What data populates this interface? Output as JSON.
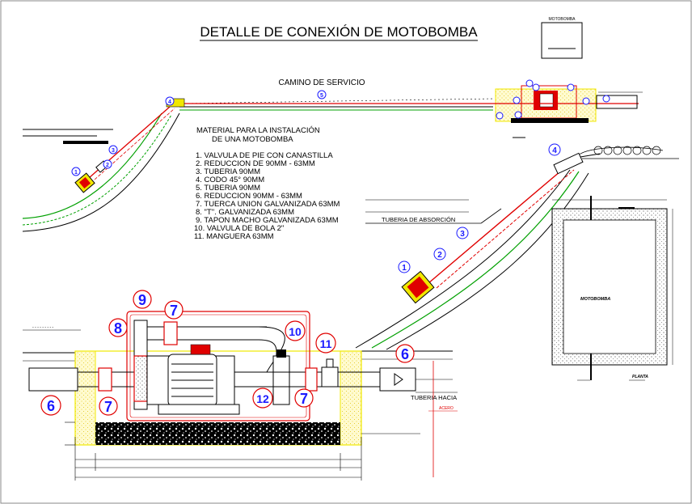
{
  "title": "DETALLE DE CONEXIÓN DE MOTOBOMBA",
  "legend_box_label": "MOTOBOMBA",
  "road_label": "CAMINO DE SERVICIO",
  "materials_title_1": "MATERIAL PARA LA INSTALACIÓN",
  "materials_title_2": "DE UNA MOTOBOMBA",
  "materials": [
    "1.  VALVULA DE PIE CON CANASTILLA",
    "2.  REDUCCION DE 90MM - 63MM",
    "3.  TUBERIA 90MM",
    "4.  CODO 45° 90MM",
    "5.  TUBERIA 90MM",
    "6.  REDUCCION 90MM - 63MM",
    "7.  TUERCA UNION GALVANIZADA 63MM",
    "8.  \"T\". GALVANIZADA 63MM",
    "9.  TAPON MACHO GALVANIZADA 63MM",
    "10.  VALVULA DE BOLA 2\"",
    "11. MANGUERA 63MM"
  ],
  "suction_label": "TUBERIA DE ABSORCIÓN",
  "pipe_to_label": "TUBERIA HACIA",
  "plan_label": "MOTOBOMBA",
  "plan_caption": "PLANTA",
  "detail_numbers": {
    "n1": "1",
    "n2": "2",
    "n3": "3",
    "n4": "4",
    "n5": "5",
    "n6": "6",
    "n7": "7",
    "n8": "8",
    "n9": "9",
    "n10": "10",
    "n11": "11",
    "n12": "12"
  },
  "colors": {
    "red": "#e00000",
    "green": "#00a000",
    "blue": "#1a1aff",
    "yellow": "#f0e800",
    "magenta": "#ff00ff"
  }
}
